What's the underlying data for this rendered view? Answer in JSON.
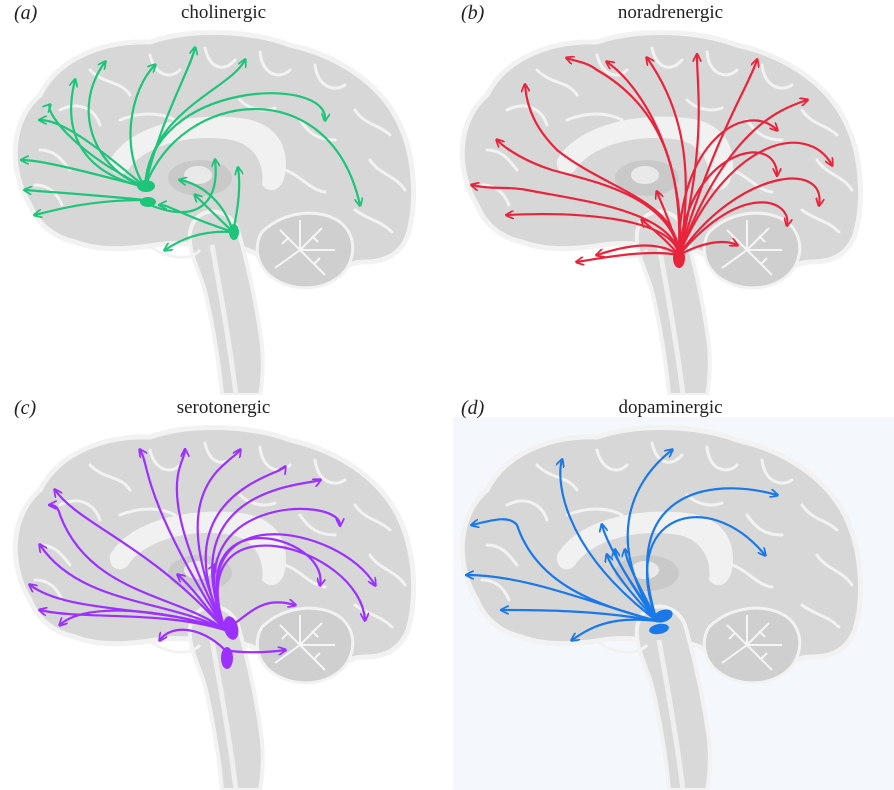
{
  "colors": {
    "cholinergic": "#1ec47a",
    "noradrenergic": "#e8243c",
    "serotonergic": "#9b30ff",
    "dopaminergic": "#1a78e8",
    "brain_fill": "#d7d7d7",
    "brain_edge": "#f4f4f4",
    "dopaminergic_panel_bg": "#f4f7fc"
  },
  "panels": [
    {
      "letter": "(a)",
      "title": "cholinergic",
      "system": "cholinergic"
    },
    {
      "letter": "(b)",
      "title": "noradrenergic",
      "system": "noradrenergic"
    },
    {
      "letter": "(c)",
      "title": "serotonergic",
      "system": "serotonergic"
    },
    {
      "letter": "(d)",
      "title": "dopaminergic",
      "system": "dopaminergic"
    }
  ]
}
